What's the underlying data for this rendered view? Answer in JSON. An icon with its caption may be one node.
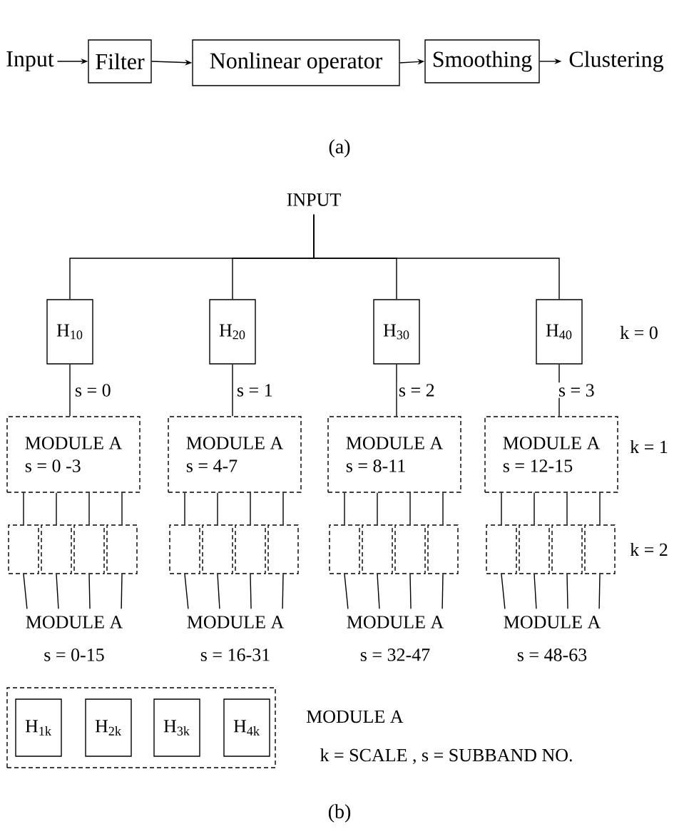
{
  "diagram": {
    "nodes": [
      {
        "text": [
          "Input"
        ]
      },
      {
        "text": [
          "Filter"
        ]
      },
      {
        "text": [
          "Nonlinear operator"
        ]
      },
      {
        "text": [
          "Smoothing"
        ]
      },
      {
        "text": [
          "Clustering"
        ]
      },
      {
        "text": [
          "INPUT"
        ]
      },
      {
        "text": [
          "H$_{10}$"
        ]
      },
      {
        "text": [
          "H$_{20}$"
        ]
      },
      {
        "text": [
          "H$_{30}$"
        ]
      },
      {
        "text": [
          "H$_{40}$"
        ]
      },
      {
        "text": [
          "MODULE A",
          "s = 0 -3"
        ]
      },
      {
        "text": [
          "MODULE A",
          "s = 4-7"
        ]
      },
      {
        "text": [
          "MODULE A",
          "s = 8-11"
        ]
      },
      {
        "text": [
          "MODULE A",
          "s = 12-15"
        ]
      },
      {
        "text": [],
        "shape": "box"
      },
      {
        "text": [],
        "shape": "box"
      },
      {
        "text": [],
        "shape": "box"
      },
      {
        "text": [],
        "shape": "box"
      },
      {
        "text": [],
        "shape": "box"
      },
      {
        "text": [],
        "shape": "box"
      },
      {
        "text": [],
        "shape": "box"
      },
      {
        "text": [],
        "shape": "box"
      },
      {
        "text": [],
        "shape": "box"
      },
      {
        "text": [],
        "shape": "box"
      },
      {
        "text": [],
        "shape": "box"
      },
      {
        "text": [],
        "shape": "box"
      },
      {
        "text": [],
        "shape": "box"
      },
      {
        "text": [],
        "shape": "box"
      },
      {
        "text": [],
        "shape": "box"
      },
      {
        "text": [],
        "shape": "box"
      },
      {
        "text": [
          "MODULE A"
        ],
        "beside": [
          "s = 0-15"
        ]
      },
      {
        "text": [
          "MODULE A"
        ],
        "beside": [
          "s = 16-31"
        ]
      },
      {
        "text": [
          "MODULE A"
        ],
        "beside": [
          "s = 32-47"
        ]
      },
      {
        "text": [
          "MODULE A"
        ],
        "beside": [
          "s = 48-63"
        ]
      },
      {
        "text": [],
        "shape": "box",
        "beside": [
          "MODULE A"
        ]
      },
      {
        "text": [
          "H$_{1k}$"
        ],
        "in": 34
      },
      {
        "text": [
          "H$_{2k}$"
        ],
        "in": 34
      },
      {
        "text": [
          "H$_{3k}$"
        ],
        "in": 34
      },
      {
        "text": [
          "H$_{4k}$"
        ],
        "in": 34
      }
    ],
    "edges": [
      {
        "from": 0,
        "to": 1,
        "arrow": "to"
      },
      {
        "from": 1,
        "to": 2,
        "arrow": "to"
      },
      {
        "from": 2,
        "to": 3,
        "arrow": "to"
      },
      {
        "from": 3,
        "to": 4,
        "arrow": "to"
      },
      {
        "from": 5,
        "to": 6,
        "arrow": "none"
      },
      {
        "from": 5,
        "to": 7,
        "arrow": "none"
      },
      {
        "from": 5,
        "to": 8,
        "arrow": "none"
      },
      {
        "from": 5,
        "to": 9,
        "arrow": "none"
      },
      {
        "from": 6,
        "to": 10,
        "arrow": "none",
        "label": "s = 0"
      },
      {
        "from": 7,
        "to": 11,
        "arrow": "none",
        "label": "s = 1"
      },
      {
        "from": 8,
        "to": 12,
        "arrow": "none",
        "label": "s = 2"
      },
      {
        "from": 9,
        "to": 13,
        "arrow": "none",
        "label": "s = 3"
      },
      {
        "from": 10,
        "to": 14,
        "arrow": "none"
      },
      {
        "from": 10,
        "to": 15,
        "arrow": "none"
      },
      {
        "from": 10,
        "to": 16,
        "arrow": "none"
      },
      {
        "from": 10,
        "to": 17,
        "arrow": "none"
      },
      {
        "from": 11,
        "to": 18,
        "arrow": "none"
      },
      {
        "from": 11,
        "to": 19,
        "arrow": "none"
      },
      {
        "from": 11,
        "to": 20,
        "arrow": "none"
      },
      {
        "from": 11,
        "to": 21,
        "arrow": "none"
      },
      {
        "from": 12,
        "to": 22,
        "arrow": "none"
      },
      {
        "from": 12,
        "to": 23,
        "arrow": "none"
      },
      {
        "from": 12,
        "to": 24,
        "arrow": "none"
      },
      {
        "from": 12,
        "to": 25,
        "arrow": "none"
      },
      {
        "from": 13,
        "to": 26,
        "arrow": "none"
      },
      {
        "from": 13,
        "to": 27,
        "arrow": "none"
      },
      {
        "from": 13,
        "to": 28,
        "arrow": "none"
      },
      {
        "from": 13,
        "to": 29,
        "arrow": "none"
      },
      {
        "from": 14,
        "to": 30,
        "arrow": "none"
      },
      {
        "from": 15,
        "to": 30,
        "arrow": "none"
      },
      {
        "from": 16,
        "to": 30,
        "arrow": "none"
      },
      {
        "from": 17,
        "to": 30,
        "arrow": "none"
      },
      {
        "from": 18,
        "to": 31,
        "arrow": "none"
      },
      {
        "from": 19,
        "to": 31,
        "arrow": "none"
      },
      {
        "from": 20,
        "to": 31,
        "arrow": "none"
      },
      {
        "from": 21,
        "to": 31,
        "arrow": "none"
      },
      {
        "from": 22,
        "to": 32,
        "arrow": "none"
      },
      {
        "from": 23,
        "to": 32,
        "arrow": "none"
      },
      {
        "from": 24,
        "to": 32,
        "arrow": "none"
      },
      {
        "from": 25,
        "to": 32,
        "arrow": "none"
      },
      {
        "from": 26,
        "to": 33,
        "arrow": "none"
      },
      {
        "from": 27,
        "to": 33,
        "arrow": "none"
      },
      {
        "from": 28,
        "to": 33,
        "arrow": "none"
      },
      {
        "from": 29,
        "to": 33,
        "arrow": "none"
      }
    ],
    "labels": [
      "(a)",
      "k = 0",
      "k = 1",
      "k = 2",
      "k = SCALE , s = SUBBAND NO.",
      "(b)"
    ]
  }
}
